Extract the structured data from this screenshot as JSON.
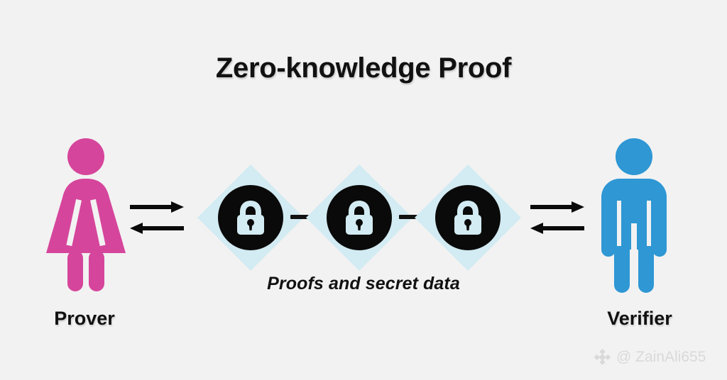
{
  "diagram": {
    "title": "Zero-knowledge Proof",
    "caption": "Proofs and secret data",
    "background_color": "#f2f2f2"
  },
  "actors": [
    {
      "id": "prover",
      "label": "Prover",
      "icon": "female-figure-icon",
      "color": "#d6459c",
      "side": "left"
    },
    {
      "id": "verifier",
      "label": "Verifier",
      "icon": "male-figure-icon",
      "color": "#2e97d4",
      "side": "right"
    }
  ],
  "exchange": {
    "left_arrows": [
      {
        "direction": "right",
        "name": "arrow-prover-to-chain"
      },
      {
        "direction": "left",
        "name": "arrow-chain-to-prover"
      }
    ],
    "right_arrows": [
      {
        "direction": "right",
        "name": "arrow-chain-to-verifier"
      },
      {
        "direction": "left",
        "name": "arrow-verifier-to-chain"
      }
    ]
  },
  "chain": {
    "diamond_color": "#d3ebf2",
    "circle_color": "#0a0a0a",
    "lock_color": "#d3ebf2",
    "nodes": [
      {
        "index": 1,
        "icon": "lock-icon"
      },
      {
        "index": 2,
        "icon": "lock-icon"
      },
      {
        "index": 3,
        "icon": "lock-icon"
      }
    ],
    "connectors": 2
  },
  "watermark": {
    "handle": "@ ZainAli655",
    "logo": "binance-diamond-logo-icon",
    "color": "#d9d9d9"
  }
}
